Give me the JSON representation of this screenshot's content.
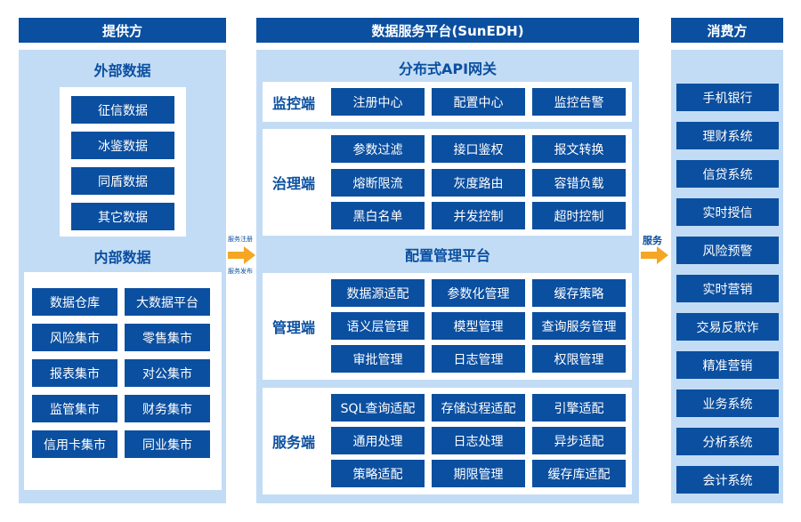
{
  "provider": {
    "title": "提供方",
    "external": {
      "title": "外部数据",
      "items": [
        "征信数据",
        "冰鉴数据",
        "同盾数据",
        "其它数据"
      ]
    },
    "internal": {
      "title": "内部数据",
      "items": [
        "数据仓库",
        "大数据平台",
        "风险集市",
        "零售集市",
        "报表集市",
        "对公集市",
        "监管集市",
        "财务集市",
        "信用卡集市",
        "同业集市"
      ]
    }
  },
  "platform": {
    "title": "数据服务平台(SunEDH)",
    "gateway": {
      "title": "分布式API网关",
      "monitor": {
        "label": "监控端",
        "items": [
          "注册中心",
          "配置中心",
          "监控告警"
        ]
      },
      "govern": {
        "label": "治理端",
        "items": [
          "参数过滤",
          "接口鉴权",
          "报文转换",
          "熔断限流",
          "灰度路由",
          "容错负载",
          "黑白名单",
          "并发控制",
          "超时控制"
        ]
      }
    },
    "config": {
      "title": "配置管理平台",
      "manage": {
        "label": "管理端",
        "items": [
          "数据源适配",
          "参数化管理",
          "缓存策略",
          "语义层管理",
          "模型管理",
          "查询服务管理",
          "审批管理",
          "日志管理",
          "权限管理"
        ]
      },
      "service": {
        "label": "服务端",
        "items": [
          "SQL查询适配",
          "存储过程适配",
          "引擎适配",
          "通用处理",
          "日志处理",
          "异步适配",
          "策略适配",
          "期限管理",
          "缓存库适配"
        ]
      }
    }
  },
  "consumer": {
    "title": "消费方",
    "items": [
      "手机银行",
      "理财系统",
      "信贷系统",
      "实时授信",
      "风险预警",
      "实时营销",
      "交易反欺诈",
      "精准营销",
      "业务系统",
      "分析系统",
      "会计系统"
    ]
  },
  "arrows": {
    "left_top": "服务注册",
    "left_bottom": "服务发布",
    "right": "服务"
  }
}
